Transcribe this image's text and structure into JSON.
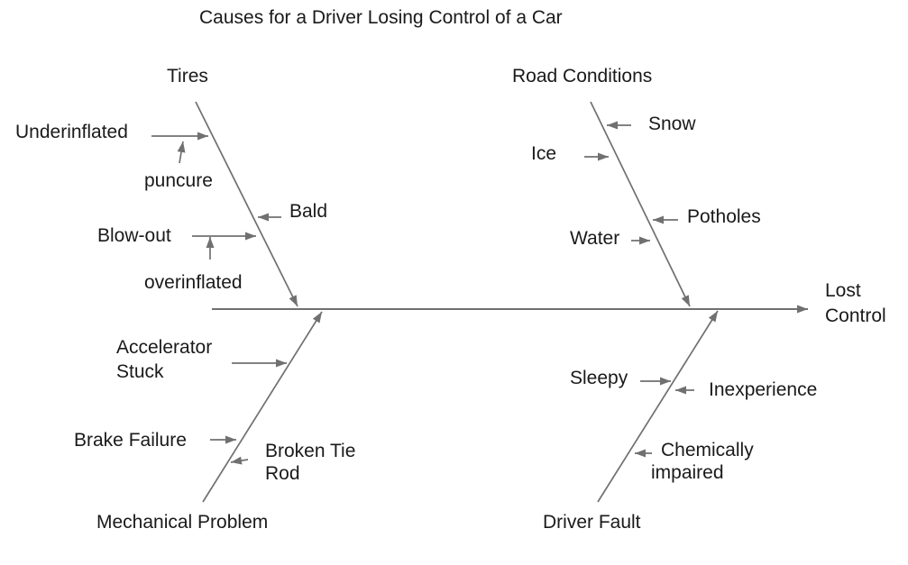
{
  "title": "Causes for a Driver Losing Control of a Car",
  "effect": {
    "line1": "Lost",
    "line2": "Control"
  },
  "colors": {
    "line": "#707070",
    "text": "#1a1a1a",
    "background": "#ffffff"
  },
  "branches": {
    "tires": {
      "label": "Tires",
      "causes": {
        "underinflated": "Underinflated",
        "puncture": "puncure",
        "bald": "Bald",
        "blowout": "Blow-out",
        "overinflated": "overinflated"
      }
    },
    "road_conditions": {
      "label": "Road Conditions",
      "causes": {
        "snow": "Snow",
        "ice": "Ice",
        "potholes": "Potholes",
        "water": "Water"
      }
    },
    "mechanical": {
      "label": "Mechanical Problem",
      "causes": {
        "accelerator": {
          "line1": "Accelerator",
          "line2": "Stuck"
        },
        "brake_failure": "Brake Failure",
        "broken_tie_rod": {
          "line1": "Broken Tie",
          "line2": "Rod"
        }
      }
    },
    "driver_fault": {
      "label": "Driver Fault",
      "causes": {
        "sleepy": "Sleepy",
        "inexperience": "Inexperience",
        "chemically_impaired": {
          "line1": "Chemically",
          "line2": "impaired"
        }
      }
    }
  }
}
